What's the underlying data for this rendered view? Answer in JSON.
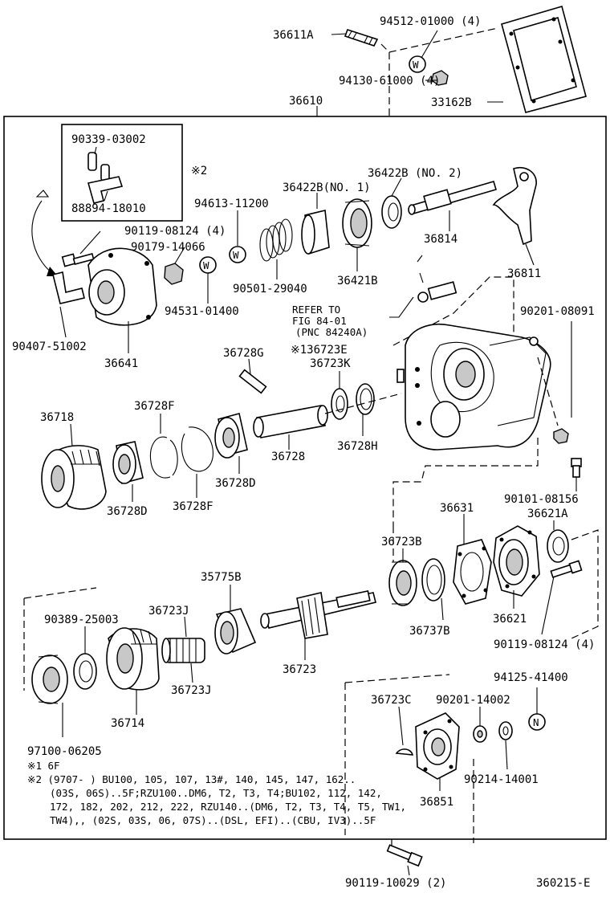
{
  "parts": {
    "p36611A": "36611A",
    "p94512": "94512-01000 (4)",
    "p94130": "94130-61000 (4)",
    "p33162B": "33162B",
    "p36610": "36610",
    "p90339": "90339-03002",
    "p88894": "88894-18010",
    "mark2": "※2",
    "p94613": "94613-11200",
    "p36422B1": "36422B(NO. 1)",
    "p36422B2": "36422B (NO. 2)",
    "p36814": "36814",
    "p36811": "36811",
    "p90119a": "90119-08124 (4)",
    "p90179": "90179-14066",
    "p90501": "90501-29040",
    "p36421B": "36421B",
    "p94531": "94531-01400",
    "p90407": "90407-51002",
    "p36641": "36641",
    "refer1": "REFER TO",
    "refer2": "FIG 84-01",
    "refer3": "(PNC 84240A)",
    "p90201a": "90201-08091",
    "p36728G": "36728G",
    "p36723E": "※136723E",
    "p36723K": "36723K",
    "p36718": "36718",
    "p36728F_top": "36728F",
    "p36728": "36728",
    "p36728H": "36728H",
    "p36728D_left": "36728D",
    "p36728F_bot": "36728F",
    "p36728D_right": "36728D",
    "p90101": "90101-08156",
    "p36631": "36631",
    "p36621A": "36621A",
    "p36723B": "36723B",
    "p35775B": "35775B",
    "p36723J_top": "36723J",
    "p90389": "90389-25003",
    "p36737B": "36737B",
    "p36621": "36621",
    "p90119b": "90119-08124 (4)",
    "p36723": "36723",
    "p36723J_bot": "36723J",
    "p36714": "36714",
    "p94125": "94125-41400",
    "p36723C": "36723C",
    "p90201b": "90201-14002",
    "p97100": "97100-06205",
    "p90214": "90214-14001",
    "p36851": "36851",
    "p90119c": "90119-10029 (2)",
    "figure_id": "360215-E"
  },
  "symbols": {
    "washer_w": "W",
    "nut_n": "N"
  },
  "notes": [
    "※1 6F",
    "※2 (9707-      ) BU100, 105, 107, 13#, 140, 145, 147, 162..",
    "(03S, 06S)..5F;RZU100..DM6, T2, T3, T4;BU102, 112, 142,",
    "172, 182, 202, 212, 222, RZU140..(DM6, T2, T3, T4, T5, TW1,",
    "TW4),, (02S, 03S, 06, 07S)..(DSL, EFI)..(CBU, IV3)..5F"
  ]
}
